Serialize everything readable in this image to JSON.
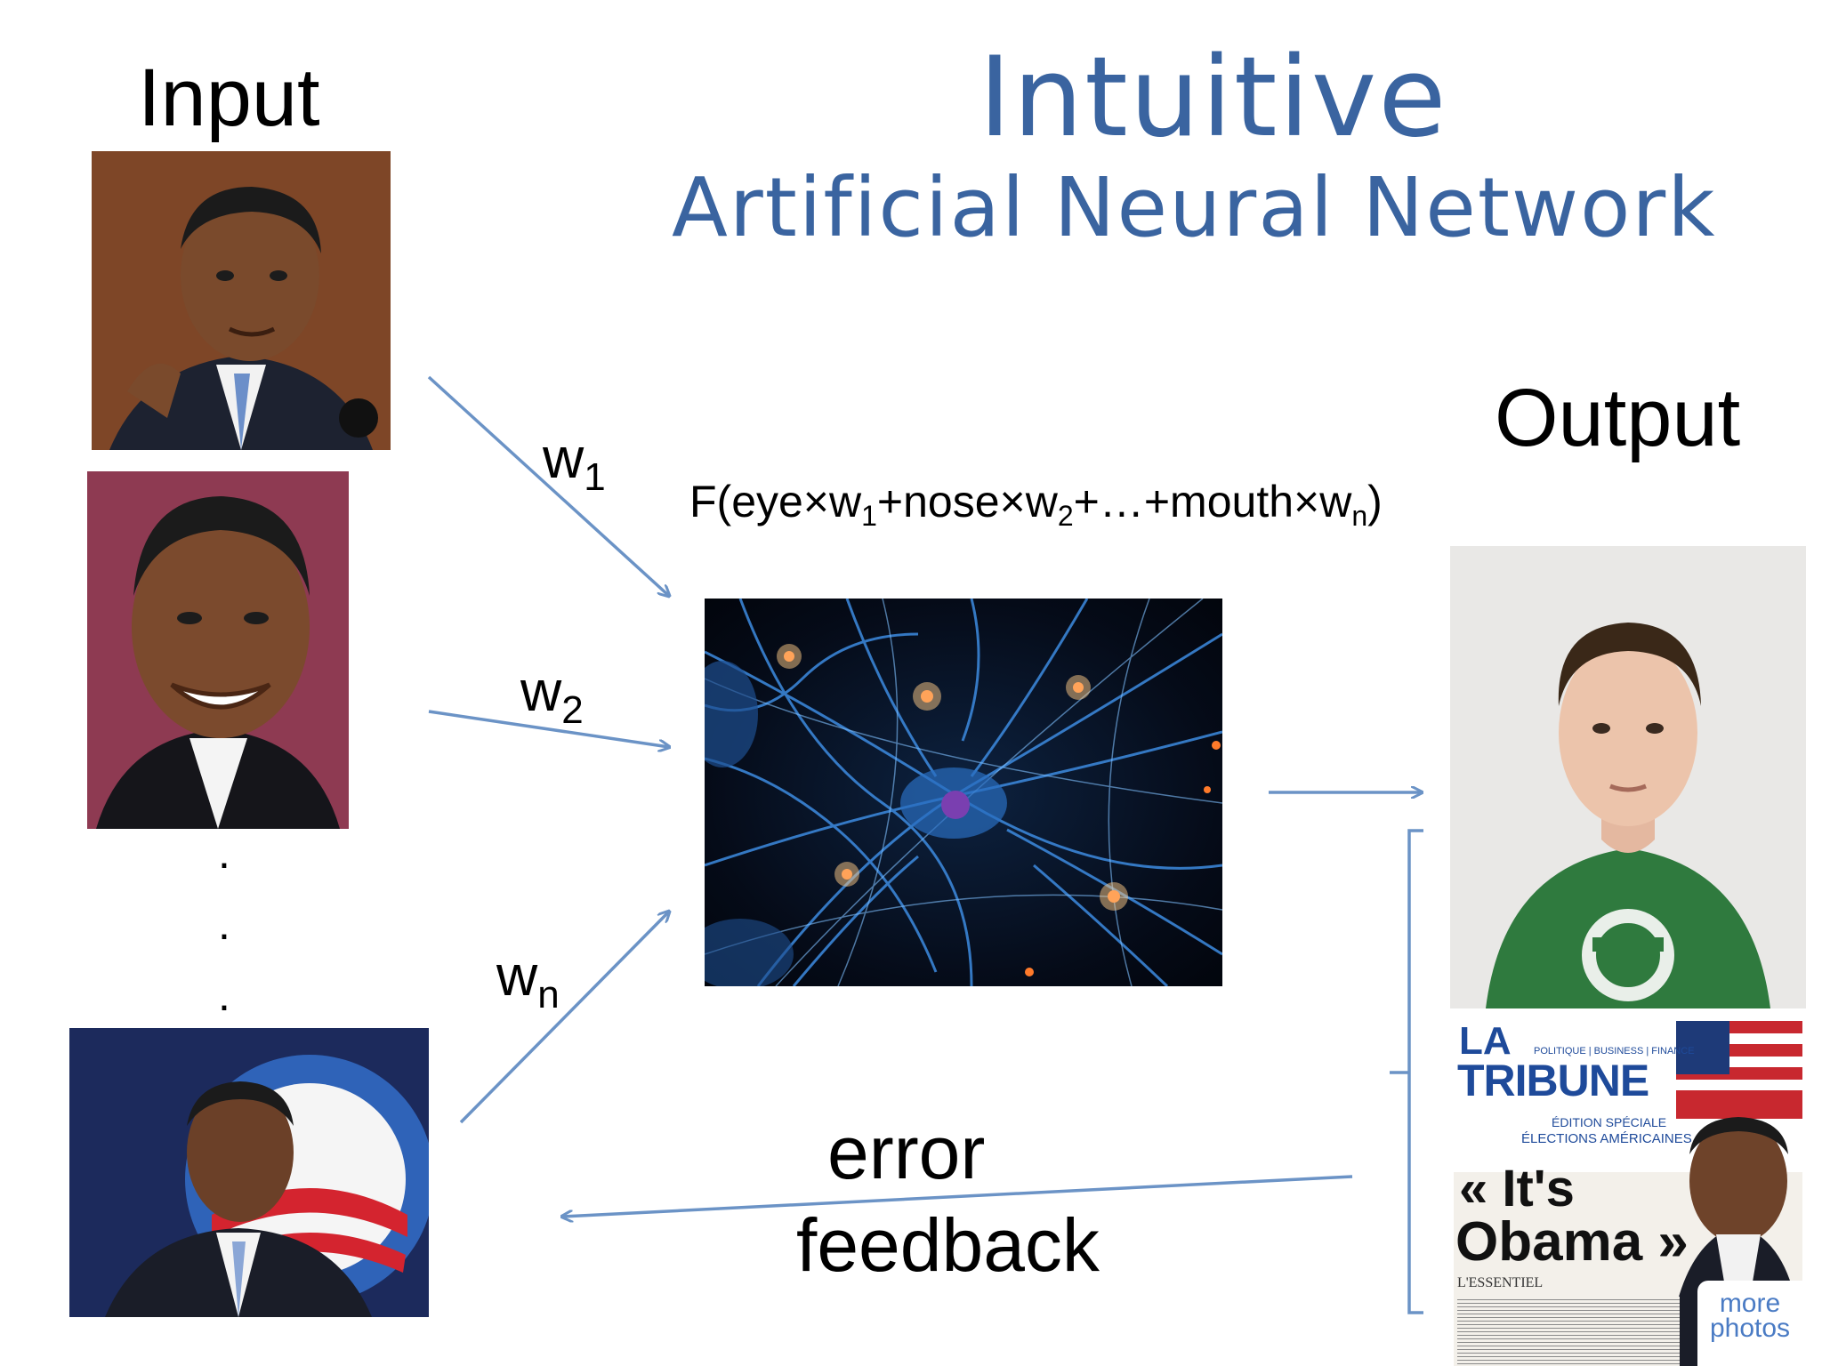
{
  "title": {
    "line1": "Intuitive",
    "line2": "Artificial Neural Network"
  },
  "labels": {
    "input": "Input",
    "output": "Output"
  },
  "weights": [
    {
      "base": "w",
      "sub": "1"
    },
    {
      "base": "w",
      "sub": "2"
    },
    {
      "base": "w",
      "sub": "n"
    }
  ],
  "formula": {
    "p1": "F(eye×w",
    "s1": "1",
    "p2": "+nose×w",
    "s2": "2",
    "p3": "+…+mouth×w",
    "s3": "n",
    "p4": ")"
  },
  "ellipsis_dots": [
    ".",
    ".",
    "."
  ],
  "error_feedback": {
    "line1": "error",
    "line2": "feedback"
  },
  "newspaper": {
    "masthead1": "LA",
    "masthead2": "TRIBUNE",
    "sections": "POLITIQUE | BUSINESS | FINANCE",
    "edition1": "ÉDITION SPÉCIALE",
    "edition2": "ÉLECTIONS AMÉRICAINES",
    "headline1": "« It's",
    "headline2": "Obama »",
    "essentiel": "L'ESSENTIEL",
    "more_photos": "more photos"
  },
  "colors": {
    "title": "#3a64a0",
    "arrow": "#6b93c6",
    "neural_glow": "#ff7a2a"
  }
}
